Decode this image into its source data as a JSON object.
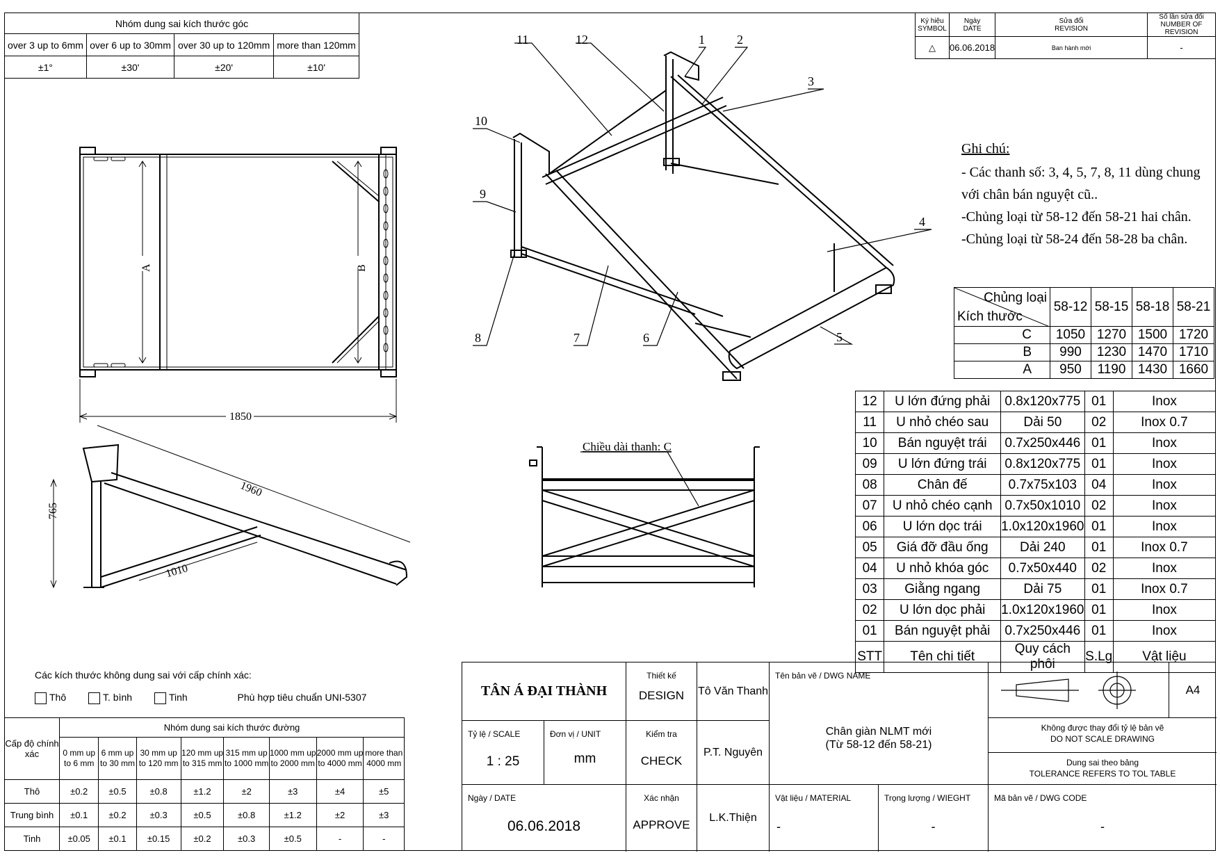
{
  "angle_tol": {
    "title": "Nhóm dung sai kích thước góc",
    "ranges": [
      "over 3 up to 6mm",
      "over 6 up to 30mm",
      "over 30 up to 120mm",
      "more than 120mm"
    ],
    "values": [
      "±1°",
      "±30'",
      "±20'",
      "±10'"
    ]
  },
  "revision": {
    "h_symbol": [
      "Ký hiệu",
      "SYMBOL"
    ],
    "h_date": [
      "Ngày",
      "DATE"
    ],
    "h_rev": [
      "Sửa đổi",
      "REVISION"
    ],
    "h_num": [
      "Số lần sửa đổi",
      "NUMBER OF REVISION"
    ],
    "symbol": "△",
    "date": "06.06.2018",
    "rev": "Ban hành mới",
    "num": "-"
  },
  "notes": {
    "title": "Ghi chú:",
    "lines": [
      "- Các thanh số: 3, 4, 5, 7, 8, 11 dùng chung",
      "với chân bán nguyệt cũ..",
      "-Chủng loại từ 58-12 đến 58-21  hai chân.",
      "-Chủng loại từ 58-24 đến 58-28  ba chân."
    ]
  },
  "size_table": {
    "corner_top": "Chủng loại",
    "corner_bottom": "Kích thước",
    "models": [
      "58-12",
      "58-15",
      "58-18",
      "58-21"
    ],
    "rows": [
      {
        "label": "C",
        "values": [
          "1050",
          "1270",
          "1500",
          "1720"
        ]
      },
      {
        "label": "B",
        "values": [
          "990",
          "1230",
          "1470",
          "1710"
        ]
      },
      {
        "label": "A",
        "values": [
          "950",
          "1190",
          "1430",
          "1660"
        ]
      }
    ]
  },
  "parts": {
    "rows": [
      [
        "12",
        "U lớn đứng phải",
        "0.8x120x775",
        "01",
        "Inox"
      ],
      [
        "11",
        "U nhỏ chéo sau",
        "Dải 50",
        "02",
        "Inox 0.7"
      ],
      [
        "10",
        "Bán nguyệt trái",
        "0.7x250x446",
        "01",
        "Inox"
      ],
      [
        "09",
        "U lớn đứng trái",
        "0.8x120x775",
        "01",
        "Inox"
      ],
      [
        "08",
        "Chân đế",
        "0.7x75x103",
        "04",
        "Inox"
      ],
      [
        "07",
        "U nhỏ chéo cạnh",
        "0.7x50x1010",
        "02",
        "Inox"
      ],
      [
        "06",
        "U lớn dọc trái",
        "1.0x120x1960",
        "01",
        "Inox"
      ],
      [
        "05",
        "Giá đỡ đầu ống",
        "Dải 240",
        "01",
        "Inox 0.7"
      ],
      [
        "04",
        "U nhỏ khóa góc",
        "0.7x50x440",
        "02",
        "Inox"
      ],
      [
        "03",
        "Giằng ngang",
        "Dải 75",
        "01",
        "Inox 0.7"
      ],
      [
        "02",
        "U lớn dọc phải",
        "1.0x120x1960",
        "01",
        "Inox"
      ],
      [
        "01",
        "Bán nguyệt phải",
        "0.7x250x446",
        "01",
        "Inox"
      ]
    ],
    "header": [
      "STT",
      "Tên chi tiết",
      "Quy cách phôi",
      "S.Lg",
      "Vật liệu"
    ]
  },
  "drawing": {
    "dim_1850": "1850",
    "dim_765": "765",
    "dim_1960": "1960",
    "dim_1010": "1010",
    "label_A": "A",
    "label_B": "B",
    "chieu_dai": "Chiều dài thanh: C",
    "callouts": [
      "1",
      "2",
      "3",
      "4",
      "5",
      "6",
      "7",
      "8",
      "9",
      "10",
      "11",
      "12"
    ]
  },
  "tolerance_note": {
    "title": "Các kích thước không dung sai với cấp chính xác:",
    "options": [
      "Thô",
      "T. bình",
      "Tinh"
    ],
    "standard": "Phù hợp tiêu chuẩn UNI-5307"
  },
  "linear_tol": {
    "col0": "Cấp độ chính xác",
    "group": "Nhóm dung sai kích thước đường",
    "ranges": [
      "0 mm up to 6 mm",
      "6 mm up to 30 mm",
      "30 mm up to 120 mm",
      "120 mm up to 315 mm",
      "315 mm up to 1000 mm",
      "1000 mm up to 2000 mm",
      "2000 mm up to 4000 mm",
      "more than 4000 mm"
    ],
    "rows": [
      [
        "Thô",
        "±0.2",
        "±0.5",
        "±0.8",
        "±1.2",
        "±2",
        "±3",
        "±4",
        "±5"
      ],
      [
        "Trung bình",
        "±0.1",
        "±0.2",
        "±0.3",
        "±0.5",
        "±0.8",
        "±1.2",
        "±2",
        "±3"
      ],
      [
        "Tinh",
        "±0.05",
        "±0.1",
        "±0.15",
        "±0.2",
        "±0.3",
        "±0.5",
        "-",
        "-"
      ]
    ]
  },
  "title_block": {
    "company": "TÂN Á ĐẠI THÀNH",
    "design_vn": "Thiết kế",
    "design_en": "DESIGN",
    "designer": "Tô Văn Thanh",
    "scale_label": "Tỷ lệ / SCALE",
    "scale": "1 : 25",
    "unit_label": "Đơn vị / UNIT",
    "unit": "mm",
    "check_vn": "Kiểm tra",
    "check_en": "CHECK",
    "checker": "P.T. Nguyên",
    "date_label": "Ngày / DATE",
    "date": "06.06.2018",
    "approve_vn": "Xác nhận",
    "approve_en": "APPROVE",
    "approver": "L.K.Thiện",
    "dwg_name_label": "Tên  bản vẽ / DWG NAME",
    "dwg_name_1": "Chân giàn NLMT mới",
    "dwg_name_2": "(Từ 58-12 đến 58-21)",
    "material_label": "Vật liệu / MATERIAL",
    "material": "-",
    "weight_label": "Trọng lượng / WIEGHT",
    "weight": "-",
    "code_label": "Mã bản vẽ / DWG CODE",
    "code": "-",
    "size": "A4",
    "no_scale_1": "Không được thay đổi tỷ lệ bản vẽ",
    "no_scale_2": "DO NOT SCALE DRAWING",
    "tol_ref_1": "Dung sai theo bảng",
    "tol_ref_2": "TOLERANCE REFERS TO TOL TABLE"
  }
}
